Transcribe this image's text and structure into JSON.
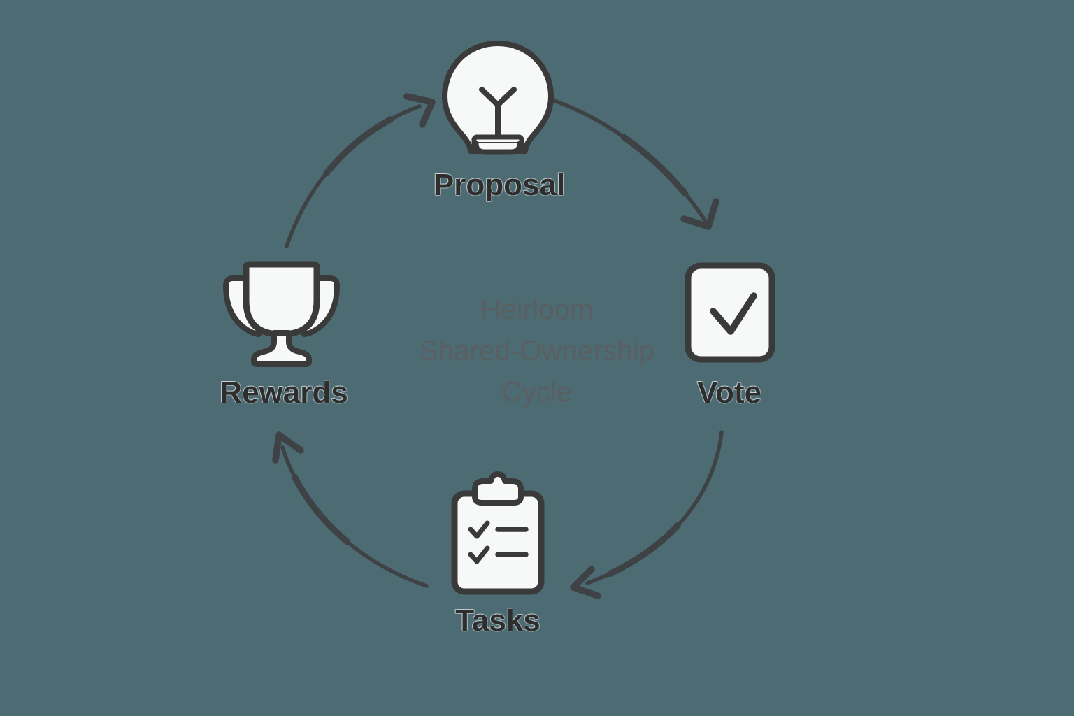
{
  "background_color": "#4d6b73",
  "icon_fill_color": "#f7f8f8",
  "icon_stroke_color": "#3a3a3a",
  "label_color": "#2e2e2e",
  "center_title_color": "#5a5f61",
  "arrow_color": "#3f4244",
  "center": {
    "title": "Heirloom\nShared-Ownership\nCycle",
    "line1": "Heirloom",
    "line2": "Shared-Ownership",
    "line3": "Cycle"
  },
  "nodes": [
    {
      "id": "proposal",
      "label": "Proposal",
      "icon": "lightbulb-icon",
      "position": "top"
    },
    {
      "id": "vote",
      "label": "Vote",
      "icon": "checkbox-check-icon",
      "position": "right"
    },
    {
      "id": "tasks",
      "label": "Tasks",
      "icon": "clipboard-checklist-icon",
      "position": "bottom"
    },
    {
      "id": "rewards",
      "label": "Rewards",
      "icon": "trophy-icon",
      "position": "left"
    }
  ],
  "arrows": [
    {
      "id": "proposal-to-vote",
      "from": "Proposal",
      "to": "Vote",
      "direction": "clockwise"
    },
    {
      "id": "vote-to-tasks",
      "from": "Vote",
      "to": "Tasks",
      "direction": "clockwise"
    },
    {
      "id": "tasks-to-rewards",
      "from": "Tasks",
      "to": "Rewards",
      "direction": "clockwise"
    },
    {
      "id": "rewards-to-proposal",
      "from": "Rewards",
      "to": "Proposal",
      "direction": "clockwise"
    }
  ]
}
